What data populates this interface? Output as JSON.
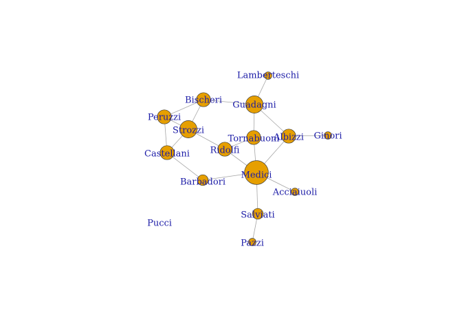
{
  "graph": {
    "colors": {
      "node_fill": "#e69f00",
      "node_border": "#3a3a3a",
      "edge": "#a6a6a6",
      "label": "#1a1aa6",
      "background": "#ffffff"
    },
    "nodes": [
      {
        "id": "Acciaiuoli",
        "label": "Acciaiuoli",
        "degree": 1
      },
      {
        "id": "Albizzi",
        "label": "Albizzi",
        "degree": 3
      },
      {
        "id": "Barbadori",
        "label": "Barbadori",
        "degree": 2
      },
      {
        "id": "Bischeri",
        "label": "Bischeri",
        "degree": 3
      },
      {
        "id": "Castellani",
        "label": "Castellani",
        "degree": 3
      },
      {
        "id": "Ginori",
        "label": "Ginori",
        "degree": 1
      },
      {
        "id": "Guadagni",
        "label": "Guadagni",
        "degree": 4
      },
      {
        "id": "Lamberteschi",
        "label": "Lamberteschi",
        "degree": 1
      },
      {
        "id": "Medici",
        "label": "Medici",
        "degree": 6
      },
      {
        "id": "Pazzi",
        "label": "Pazzi",
        "degree": 1
      },
      {
        "id": "Peruzzi",
        "label": "Peruzzi",
        "degree": 3
      },
      {
        "id": "Pucci",
        "label": "Pucci",
        "degree": 0
      },
      {
        "id": "Ridolfi",
        "label": "Ridolfi",
        "degree": 3
      },
      {
        "id": "Salviati",
        "label": "Salviati",
        "degree": 2
      },
      {
        "id": "Strozzi",
        "label": "Strozzi",
        "degree": 4
      },
      {
        "id": "Tornabuoni",
        "label": "Tornabuoni",
        "degree": 3
      }
    ],
    "edges": [
      [
        "Acciaiuoli",
        "Medici"
      ],
      [
        "Albizzi",
        "Ginori"
      ],
      [
        "Albizzi",
        "Guadagni"
      ],
      [
        "Albizzi",
        "Medici"
      ],
      [
        "Barbadori",
        "Castellani"
      ],
      [
        "Barbadori",
        "Medici"
      ],
      [
        "Bischeri",
        "Guadagni"
      ],
      [
        "Bischeri",
        "Peruzzi"
      ],
      [
        "Bischeri",
        "Strozzi"
      ],
      [
        "Castellani",
        "Peruzzi"
      ],
      [
        "Castellani",
        "Strozzi"
      ],
      [
        "Guadagni",
        "Lamberteschi"
      ],
      [
        "Guadagni",
        "Tornabuoni"
      ],
      [
        "Medici",
        "Ridolfi"
      ],
      [
        "Medici",
        "Salviati"
      ],
      [
        "Medici",
        "Tornabuoni"
      ],
      [
        "Pazzi",
        "Salviati"
      ],
      [
        "Peruzzi",
        "Strozzi"
      ],
      [
        "Ridolfi",
        "Strozzi"
      ],
      [
        "Ridolfi",
        "Tornabuoni"
      ]
    ]
  }
}
